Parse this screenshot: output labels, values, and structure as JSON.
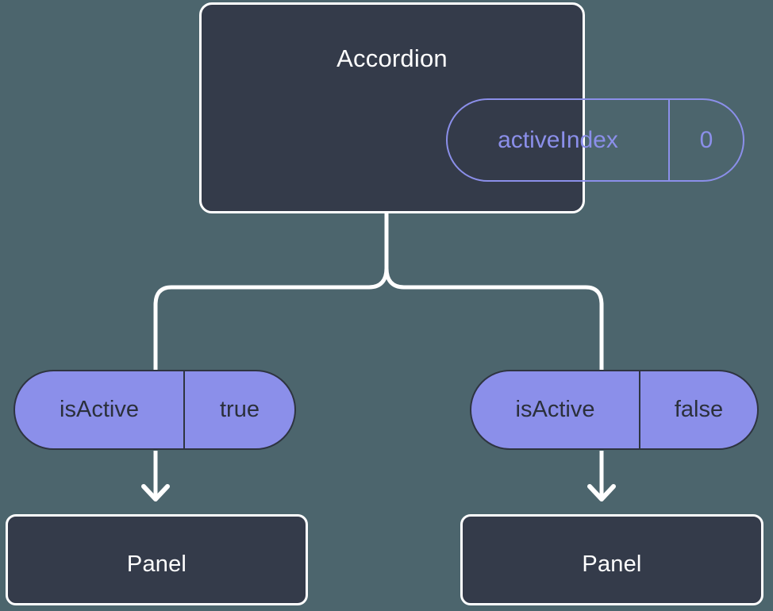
{
  "theme": {
    "background": "#4c656d",
    "card_fill": "#343b4a",
    "card_border": "#ffffff",
    "accent_purple": "#8b8fea",
    "pill_text_dark": "#2b303b",
    "wire_color": "#ffffff"
  },
  "root": {
    "title": "Accordion",
    "state_pill": {
      "key": "activeIndex",
      "value": "0"
    }
  },
  "branches": [
    {
      "prop_pill": {
        "key": "isActive",
        "value": "true"
      },
      "child": {
        "title": "Panel"
      }
    },
    {
      "prop_pill": {
        "key": "isActive",
        "value": "false"
      },
      "child": {
        "title": "Panel"
      }
    }
  ],
  "connectors": {
    "fork_label": "state-to-props-fork",
    "arrow_label": "prop-to-panel-arrow"
  }
}
